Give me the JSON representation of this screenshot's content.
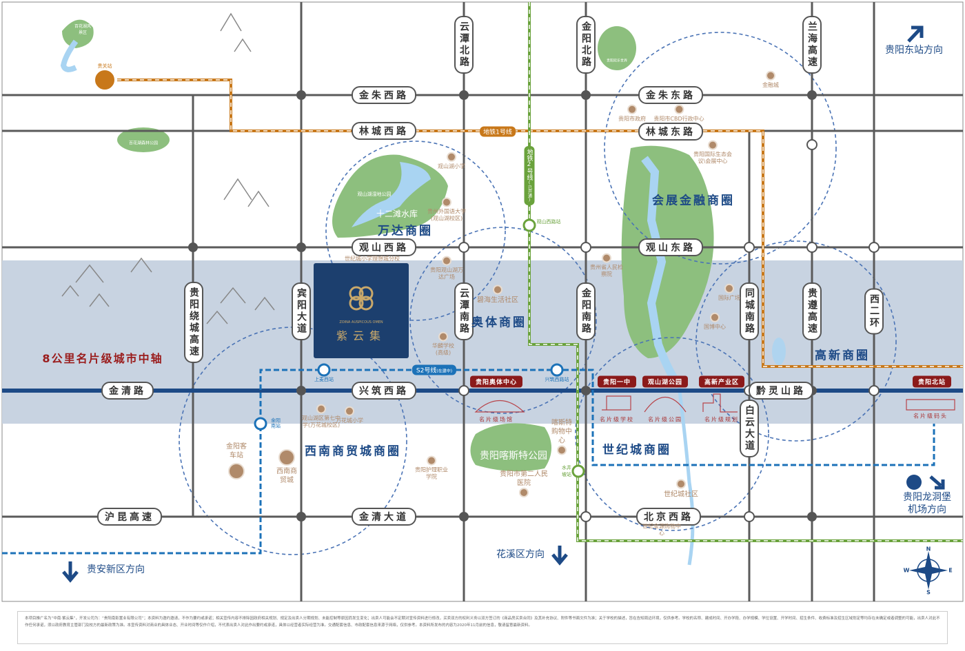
{
  "roads_h": [
    "金朱西路",
    "林城西路",
    "观山西路",
    "兴筑西路",
    "金清路",
    "沪昆高速",
    "金清大道",
    "金朱东路",
    "林城东路",
    "观山东路",
    "黔灵山路",
    "北京西路"
  ],
  "roads_v": [
    "云潭北路",
    "金阳北路",
    "兰海高速",
    "贵阳绕城高速",
    "宾阳大道",
    "云潭南路",
    "金阳南路",
    "同城南路",
    "贵遵高速",
    "西二环",
    "白云大道"
  ],
  "districts": [
    "万达商圈",
    "奥体商圈",
    "会展金融商圈",
    "高新商圈",
    "西南商贸城商圈",
    "世纪城商圈"
  ],
  "axis_label": "8公里名片级城市中轴",
  "directions": {
    "east_station": "贵阳东站方向",
    "guian": "贵安新区方向",
    "huaxi": "花溪区方向",
    "airport_1": "贵阳龙洞堡",
    "airport_2": "机场方向"
  },
  "metro": {
    "line1": "地铁1号线",
    "line2": "地铁2号线",
    "line2_status": "(已开通)",
    "s2": "S2号线",
    "s2_status": "(在建中)"
  },
  "stations": [
    "贵关站",
    "观山西路站",
    "上麦西站",
    "兴筑西路站",
    "金阳南站",
    "水井坡站"
  ],
  "project": {
    "en": "ZOINA AUSPICOUS OMEN",
    "cn": "紫云集"
  },
  "parks": [
    "百花湖风景区",
    "百花湖森林公园",
    "观山湖湿地公园",
    "十二滩水库",
    "贵阳欢乐世界",
    "贵阳喀斯特公园"
  ],
  "pois": [
    "观山湖小学",
    "贵州外国语大学(观山湖校区)",
    "世纪城小学理想城分校",
    "贵阳观山湖万达广场",
    "碧海生活社区",
    "华麟学校(高级)",
    "贵阳市政府",
    "贵阳市CBD行政中心",
    "贵阳国际生态会议\\会展中心",
    "贵州省人民检察院",
    "金融城",
    "世纪城社区",
    "西南商贸城",
    "金阳客车站",
    "喀斯特购物中心",
    "贵阳市第二人民医院",
    "世纪金源购物中心",
    "观山湖区第七中学(万花城校区)",
    "万花城小学",
    "贵阳护理职业学院",
    "国际广场",
    "国博中心"
  ],
  "landmarks": [
    {
      "tag": "贵阳奥体中心",
      "card": "名片级场馆"
    },
    {
      "tag": "贵阳一中",
      "card": "名片级学校"
    },
    {
      "tag": "观山湖公园",
      "card": "名片级公园"
    },
    {
      "tag": "高新产业区",
      "card": "名片级规划"
    },
    {
      "tag": "贵阳北站",
      "card": "名片级码头"
    }
  ],
  "compass": {
    "n": "N",
    "e": "E",
    "s": "S",
    "w": "W"
  },
  "disclaimer": "本项目推广名为“中南·紫云集”，开发公司为：“贵阳南影置业有限公司”；本资料为邀约邀请，不作为要约或承诺；相关宣传内容不排除因政府相关规划、规定及出卖人分期规划、未能控制等原因而发生变化；出卖人可能会不定期对宣传资料进行修改，买卖双方的权利义务以双方签订的《商品房买卖合同》及其补充协议、附件等书面文件为准；关于学校的描述，旨在告知周边环境，仅供参考。学校的名称、建成时间、开办学段、办学规模、学位设置、开学时间、招生条件、收费标准及招生区域划定等均存在未确定或者调整的可能，出卖人对此不作任何承诺，须以政府教育主管部门及校方的最新政策为准。本宣传资料对商业的具体业态、开业时间等仅作介绍，不代表出卖人对此作出要约或承诺，具体以经营者实际经营为准。交通配套信息、市政配套信息来源于网络，仅供参考。本资料所发布的内容为2020年11月前的信息，敬请留意最新资料。",
  "colors": {
    "road": "#5a5a5a",
    "main_road": "#1d4a86",
    "band": "#c8d3e1",
    "line1": "#c8781a",
    "line2": "#6aa23c",
    "s2": "#1c72b8",
    "park": "#8dbf7e",
    "water": "#a9d4f2",
    "project": "#1c3f6e",
    "poi": "#b08a6a",
    "tag": "#8b1a1a"
  }
}
